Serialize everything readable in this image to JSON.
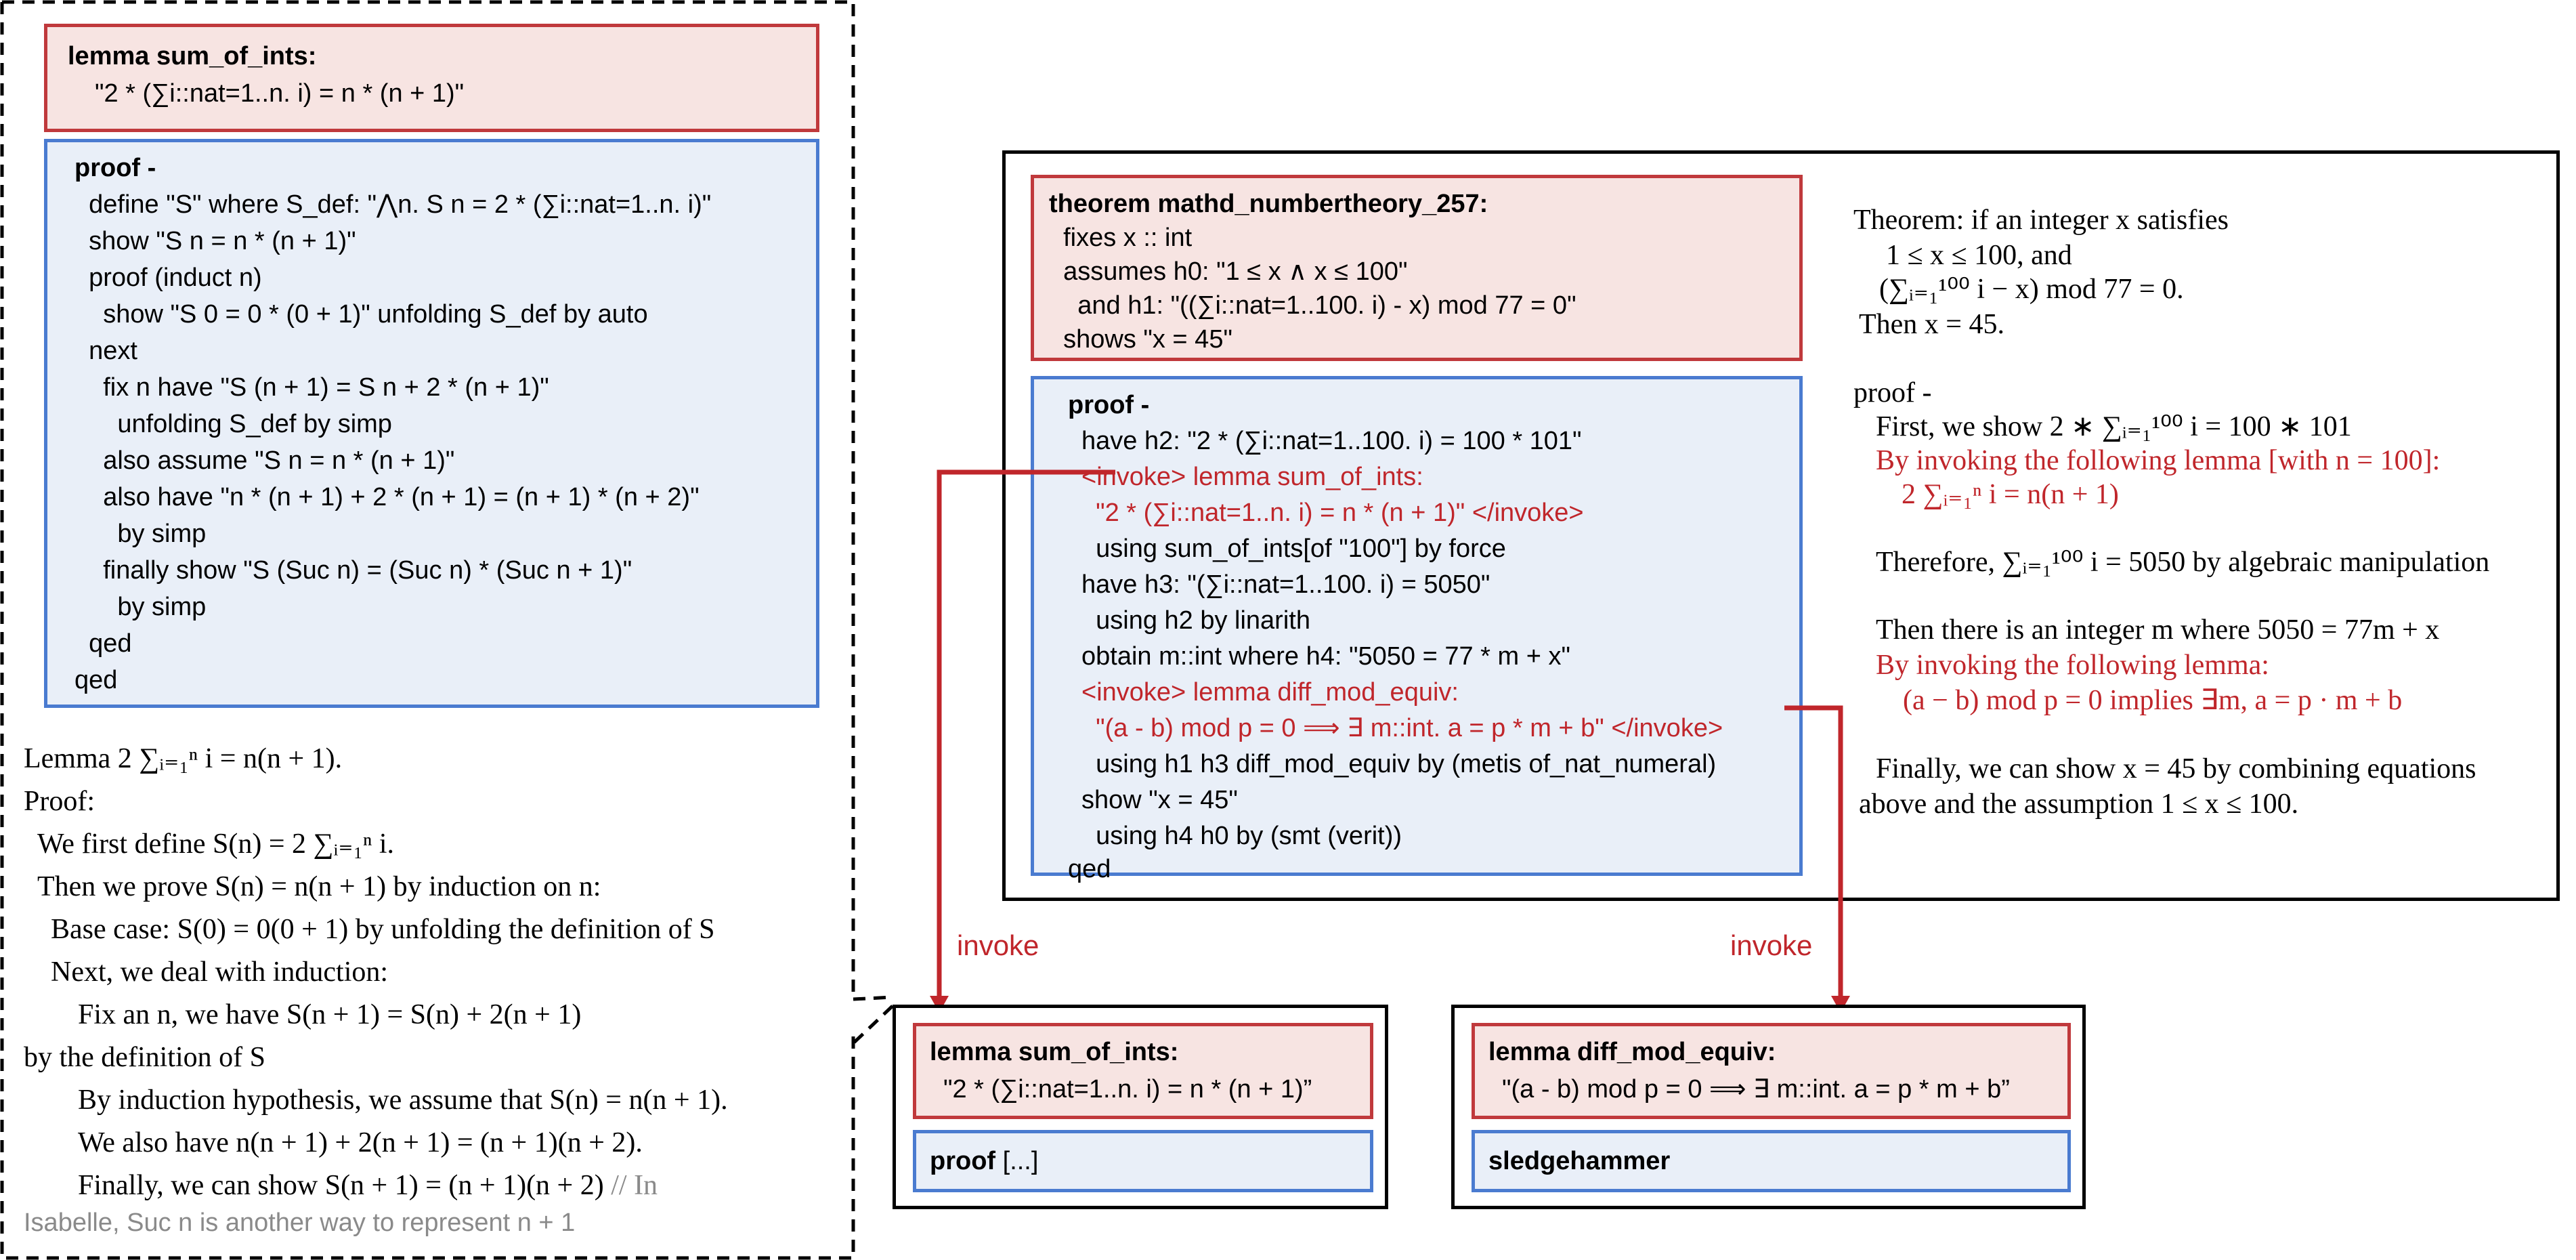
{
  "left_lemma": {
    "header": "lemma sum_of_ints:",
    "stmt": "\"2 * (∑i::nat=1..n. i) = n * (n + 1)\""
  },
  "left_proof": [
    "proof -",
    "  define \"S\" where S_def: \"⋀n. S n = 2 * (∑i::nat=1..n. i)\"",
    "  show \"S n = n * (n + 1)\"",
    "  proof (induct n)",
    "    show \"S 0 = 0 * (0 + 1)\" unfolding S_def by auto",
    "  next",
    "    fix n have \"S (n + 1) = S n + 2 * (n + 1)\"",
    "      unfolding S_def by simp",
    "    also assume \"S n = n * (n + 1)\"",
    "    also have \"n * (n + 1) + 2 * (n + 1) = (n + 1) * (n + 2)\"",
    "      by simp",
    "    finally show \"S (Suc n) = (Suc n) * (Suc n + 1)\"",
    "      by simp",
    "  qed",
    "qed"
  ],
  "left_informal": {
    "l1": "Lemma 2 ∑ᵢ₌₁ⁿ i = n(n + 1).",
    "l2": "Proof:",
    "l3": "We first define S(n) = 2 ∑ᵢ₌₁ⁿ i.",
    "l4": "Then we prove S(n) = n(n + 1) by induction on n:",
    "l5": "Base case: S(0) = 0(0 + 1) by unfolding the definition of S",
    "l6": "Next, we deal with induction:",
    "l7": "Fix an n, we have S(n + 1) = S(n) + 2(n + 1)",
    "l8": "by the definition of S",
    "l9": "By induction hypothesis, we assume that S(n) = n(n + 1).",
    "l10": "We also have n(n + 1) + 2(n + 1) = (n + 1)(n + 2).",
    "l11": "Finally, we can show S(n + 1) = (n + 1)(n + 2)",
    "l11_comment": "// In",
    "l12": "Isabelle, Suc n is another way to represent n + 1"
  },
  "theorem": {
    "header": "theorem mathd_numbertheory_257:",
    "lines": [
      "  fixes x :: int",
      "  assumes h0: \"1 ≤ x ∧ x ≤ 100\"",
      "    and h1: \"((∑i::nat=1..100. i) - x) mod 77 = 0\"",
      "  shows \"x = 45\""
    ]
  },
  "theorem_proof": {
    "title": "proof -",
    "p1": "have h2: \"2 * (∑i::nat=1..100. i) = 100 * 101\"",
    "p2": "<invoke> lemma sum_of_ints:",
    "p3": "  \"2 * (∑i::nat=1..n. i) = n * (n + 1)\" </invoke>",
    "p4": "  using sum_of_ints[of \"100\"] by force",
    "p5": "have h3: \"(∑i::nat=1..100. i) = 5050\"",
    "p6": "  using h2 by linarith",
    "p7": "obtain m::int where h4: \"5050 = 77 * m + x\"",
    "p8": "<invoke> lemma diff_mod_equiv:",
    "p9": "  \"(a - b) mod p = 0 ⟹ ∃ m::int. a = p * m + b\" </invoke>",
    "p10": "  using h1 h3 diff_mod_equiv by (metis of_nat_numeral)",
    "p11": "show \"x = 45\"",
    "p12": "  using h4 h0 by (smt (verit))",
    "p13": "qed"
  },
  "theorem_informal": {
    "a1": "Theorem: if an integer x satisfies",
    "a2": "1 ≤ x ≤ 100, and",
    "a3": "(∑ᵢ₌₁¹⁰⁰ i − x) mod 77 = 0.",
    "a4": "Then x = 45.",
    "a5": "proof -",
    "a6": "First, we show 2 ∗ ∑ᵢ₌₁¹⁰⁰ i = 100 ∗ 101",
    "a7": "By invoking the following lemma [with n = 100]:",
    "a8": "2 ∑ᵢ₌₁ⁿ i = n(n + 1)",
    "a9": "Therefore, ∑ᵢ₌₁¹⁰⁰ i = 5050 by algebraic manipulation",
    "a10": "Then there is an integer m where 5050 = 77m + x",
    "a11": "By invoking the following lemma:",
    "a12": "(a − b) mod p = 0 implies ∃m, a = p · m + b",
    "a13": "Finally, we can show x = 45 by combining equations",
    "a14": "above and the assumption 1 ≤ x ≤ 100."
  },
  "invoke_labels": {
    "left": "invoke",
    "right": "invoke"
  },
  "bottom_left": {
    "header": "lemma sum_of_ints:",
    "stmt": "\"2 * (∑i::nat=1..n. i) = n * (n + 1)”",
    "proof_bold": "proof",
    "proof_rest": " [...]"
  },
  "bottom_right": {
    "header": "lemma diff_mod_equiv:",
    "stmt": "\"(a - b) mod p = 0 ⟹ ∃ m::int. a = p * m + b”",
    "proof": "sledgehammer"
  },
  "colors": {
    "red": "#c0262b",
    "pink_fill": "#f7e4e2",
    "blue_fill": "#e9eff8",
    "blue_border": "#4a7bd0"
  }
}
